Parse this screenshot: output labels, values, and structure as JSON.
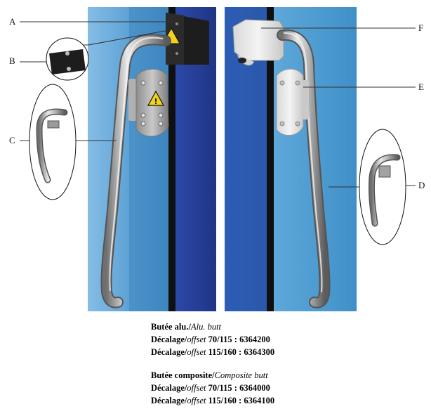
{
  "callouts": {
    "a": "A",
    "b": "B",
    "c": "C",
    "d": "D",
    "e": "E",
    "f": "F"
  },
  "captions": {
    "alu": {
      "title_fr": "Butée alu.",
      "title_sep": "/",
      "title_en": "Alu. butt",
      "rows": [
        {
          "label_fr": "Décalage",
          "sep": "/",
          "label_en": "offset",
          "range": "70/115",
          "code": "6364200"
        },
        {
          "label_fr": "Décalage",
          "sep": "/",
          "label_en": "offset",
          "range": "115/160",
          "code": "6364300"
        }
      ]
    },
    "composite": {
      "title_fr": "Butée composite",
      "title_sep": "/",
      "title_en": "Composite butt",
      "rows": [
        {
          "label_fr": "Décalage",
          "sep": "/",
          "label_en": "offset",
          "range": "70/115",
          "code": "6364000"
        },
        {
          "label_fr": "Décalage",
          "sep": "/",
          "label_en": "offset",
          "range": "115/160",
          "code": "6364100"
        }
      ]
    }
  },
  "colors": {
    "panel_left_light": "#7fb6e0",
    "panel_left_mid": "#3f86c0",
    "panel_dark_blue": "#2a3f9a",
    "panel_right_blue": "#2e5fb0",
    "steel": "#a8a8a8",
    "warning_yellow": "#f2d21a"
  }
}
